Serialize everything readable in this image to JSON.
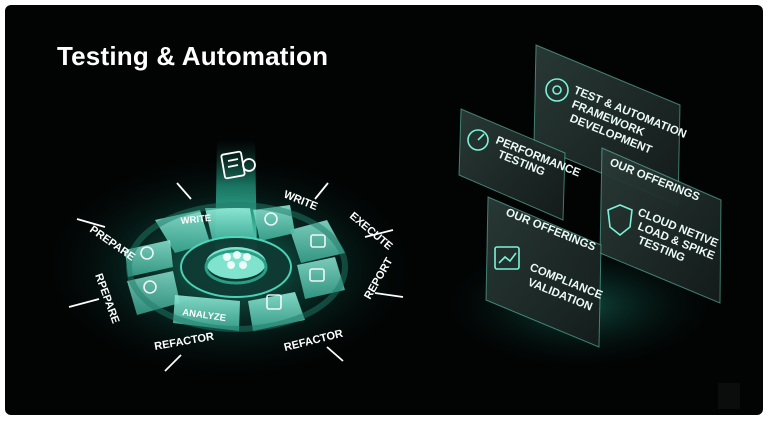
{
  "header": {
    "title": "Testing & Automation"
  },
  "cycle": {
    "segments": [
      "WRITE",
      "ANALYZE"
    ],
    "outer_labels": [
      "PREPARE",
      "WRITE",
      "EXECUTE",
      "REPORT",
      "REFACTOR",
      "REFACTOR",
      "RPEPARE"
    ]
  },
  "cards": [
    {
      "heading": "",
      "lines": [
        "TEST & AUTOMATION",
        "FRAMEWORK",
        "DEVELOPMENT"
      ],
      "icon": "gear-network-icon"
    },
    {
      "heading": "",
      "lines": [
        "PERFORMANCE",
        "TESTING"
      ],
      "icon": "gauge-icon"
    },
    {
      "heading": "OUR OFFERINGS",
      "lines": [
        "CLOUD NETIVE",
        "LOAD & SPIKE",
        "TESTING"
      ],
      "icon": "cloud-shield-icon"
    },
    {
      "heading": "OUR OFFERINGS",
      "lines": [
        "COMPLIANCE",
        "VALIDATION"
      ],
      "icon": "chart-check-icon"
    }
  ],
  "colors": {
    "accent": "#3fe0c0",
    "panel": "#1c2a28",
    "background": "#020303"
  }
}
